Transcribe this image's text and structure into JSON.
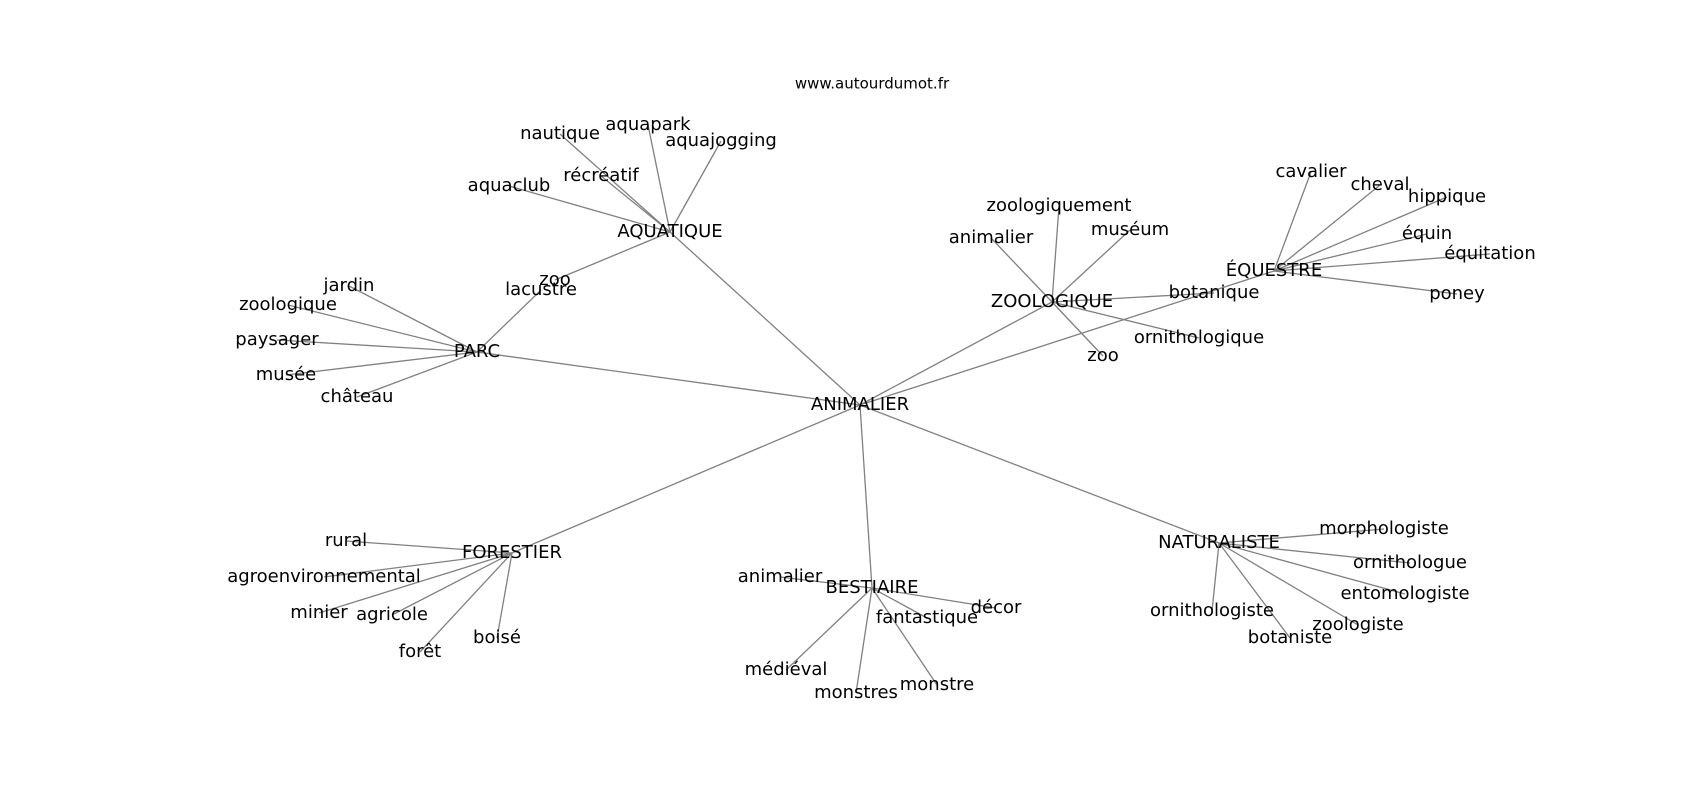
{
  "source_label": "www.autourdumot.fr",
  "colors": {
    "edge": "#808080",
    "text": "#000000",
    "background": "#ffffff"
  },
  "graph": {
    "center": "animalier",
    "nodes": [
      {
        "id": "animalier",
        "label": "ANIMALIER"
      },
      {
        "id": "aquatique",
        "label": "AQUATIQUE"
      },
      {
        "id": "parc",
        "label": "PARC"
      },
      {
        "id": "zoologique",
        "label": "ZOOLOGIQUE"
      },
      {
        "id": "equestre",
        "label": "ÉQUESTRE"
      },
      {
        "id": "forestier",
        "label": "FORESTIER"
      },
      {
        "id": "bestiaire",
        "label": "BESTIAIRE"
      },
      {
        "id": "naturaliste",
        "label": "NATURALISTE"
      },
      {
        "id": "aq-nautique",
        "label": "nautique"
      },
      {
        "id": "aq-aquapark",
        "label": "aquapark"
      },
      {
        "id": "aq-aquajogging",
        "label": "aquajogging"
      },
      {
        "id": "aq-recreatif",
        "label": "récréatif"
      },
      {
        "id": "aq-aquaclub",
        "label": "aquaclub"
      },
      {
        "id": "aq-zoo",
        "label": "zoo"
      },
      {
        "id": "pa-jardin",
        "label": "jardin"
      },
      {
        "id": "pa-zoologique",
        "label": "zoologique"
      },
      {
        "id": "pa-paysager",
        "label": "paysager"
      },
      {
        "id": "pa-musee",
        "label": "musée"
      },
      {
        "id": "pa-chateau",
        "label": "château"
      },
      {
        "id": "pa-lacustre",
        "label": "lacustre"
      },
      {
        "id": "zo-zoologiquement",
        "label": "zoologiquement"
      },
      {
        "id": "zo-animalier",
        "label": "animalier"
      },
      {
        "id": "zo-museum",
        "label": "muséum"
      },
      {
        "id": "zo-botanique",
        "label": "botanique"
      },
      {
        "id": "zo-ornithologique",
        "label": "ornithologique"
      },
      {
        "id": "zo-zoo",
        "label": "zoo"
      },
      {
        "id": "eq-cavalier",
        "label": "cavalier"
      },
      {
        "id": "eq-cheval",
        "label": "cheval"
      },
      {
        "id": "eq-hippique",
        "label": "hippique"
      },
      {
        "id": "eq-equin",
        "label": "équin"
      },
      {
        "id": "eq-equitation",
        "label": "équitation"
      },
      {
        "id": "eq-poney",
        "label": "poney"
      },
      {
        "id": "fo-rural",
        "label": "rural"
      },
      {
        "id": "fo-agroenvironnemental",
        "label": "agroenvironnemental"
      },
      {
        "id": "fo-minier",
        "label": "minier"
      },
      {
        "id": "fo-agricole",
        "label": "agricole"
      },
      {
        "id": "fo-boise",
        "label": "boisé"
      },
      {
        "id": "fo-foret",
        "label": "forêt"
      },
      {
        "id": "be-animalier",
        "label": "animalier"
      },
      {
        "id": "be-decor",
        "label": "décor"
      },
      {
        "id": "be-fantastique",
        "label": "fantastique"
      },
      {
        "id": "be-medieval",
        "label": "médiéval"
      },
      {
        "id": "be-monstres",
        "label": "monstres"
      },
      {
        "id": "be-monstre",
        "label": "monstre"
      },
      {
        "id": "na-morphologiste",
        "label": "morphologiste"
      },
      {
        "id": "na-ornithologue",
        "label": "ornithologue"
      },
      {
        "id": "na-entomologiste",
        "label": "entomologiste"
      },
      {
        "id": "na-ornithologiste",
        "label": "ornithologiste"
      },
      {
        "id": "na-zoologiste",
        "label": "zoologiste"
      },
      {
        "id": "na-botaniste",
        "label": "botaniste"
      }
    ],
    "edges": [
      [
        "animalier",
        "aquatique"
      ],
      [
        "animalier",
        "parc"
      ],
      [
        "animalier",
        "zoologique"
      ],
      [
        "animalier",
        "equestre"
      ],
      [
        "animalier",
        "forestier"
      ],
      [
        "animalier",
        "bestiaire"
      ],
      [
        "animalier",
        "naturaliste"
      ],
      [
        "aquatique",
        "aq-nautique"
      ],
      [
        "aquatique",
        "aq-aquapark"
      ],
      [
        "aquatique",
        "aq-aquajogging"
      ],
      [
        "aquatique",
        "aq-recreatif"
      ],
      [
        "aquatique",
        "aq-aquaclub"
      ],
      [
        "aquatique",
        "aq-zoo"
      ],
      [
        "parc",
        "pa-jardin"
      ],
      [
        "parc",
        "pa-zoologique"
      ],
      [
        "parc",
        "pa-paysager"
      ],
      [
        "parc",
        "pa-musee"
      ],
      [
        "parc",
        "pa-chateau"
      ],
      [
        "parc",
        "pa-lacustre"
      ],
      [
        "zoologique",
        "zo-zoologiquement"
      ],
      [
        "zoologique",
        "zo-animalier"
      ],
      [
        "zoologique",
        "zo-museum"
      ],
      [
        "zoologique",
        "zo-botanique"
      ],
      [
        "zoologique",
        "zo-ornithologique"
      ],
      [
        "zoologique",
        "zo-zoo"
      ],
      [
        "equestre",
        "eq-cavalier"
      ],
      [
        "equestre",
        "eq-cheval"
      ],
      [
        "equestre",
        "eq-hippique"
      ],
      [
        "equestre",
        "eq-equin"
      ],
      [
        "equestre",
        "eq-equitation"
      ],
      [
        "equestre",
        "eq-poney"
      ],
      [
        "forestier",
        "fo-rural"
      ],
      [
        "forestier",
        "fo-agroenvironnemental"
      ],
      [
        "forestier",
        "fo-minier"
      ],
      [
        "forestier",
        "fo-agricole"
      ],
      [
        "forestier",
        "fo-boise"
      ],
      [
        "forestier",
        "fo-foret"
      ],
      [
        "bestiaire",
        "be-animalier"
      ],
      [
        "bestiaire",
        "be-decor"
      ],
      [
        "bestiaire",
        "be-fantastique"
      ],
      [
        "bestiaire",
        "be-medieval"
      ],
      [
        "bestiaire",
        "be-monstres"
      ],
      [
        "bestiaire",
        "be-monstre"
      ],
      [
        "naturaliste",
        "na-morphologiste"
      ],
      [
        "naturaliste",
        "na-ornithologue"
      ],
      [
        "naturaliste",
        "na-entomologiste"
      ],
      [
        "naturaliste",
        "na-ornithologiste"
      ],
      [
        "naturaliste",
        "na-zoologiste"
      ],
      [
        "naturaliste",
        "na-botaniste"
      ]
    ]
  }
}
